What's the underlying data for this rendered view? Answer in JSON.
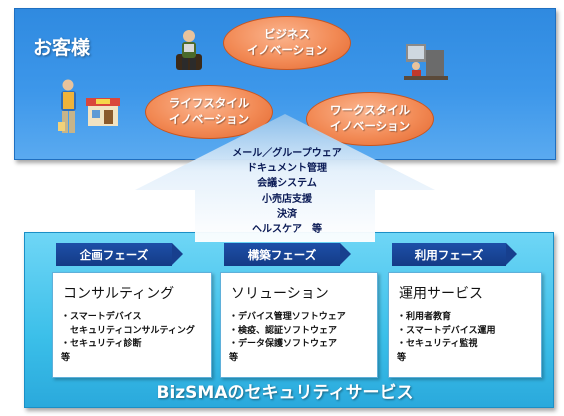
{
  "customer": {
    "title": "お客様",
    "ovals": {
      "business": "ビジネス\nイノベーション",
      "lifestyle": "ライフスタイル\nイノベーション",
      "workstyle": "ワークスタイル\nイノベーション"
    },
    "figures": [
      "person-seated-icon",
      "office-worker-icon",
      "person-shopping-icon",
      "shop-icon"
    ]
  },
  "arrow_items": [
    "メール／グループウェア",
    "ドキュメント管理",
    "会議システム",
    "小売店支援",
    "決済",
    "ヘルスケア　等"
  ],
  "phases": [
    {
      "tab": "企画フェーズ",
      "card_title": "コンサルティング",
      "items": [
        "・スマートデバイス",
        "　セキュリティコンサルティング",
        "・セキュリティ診断",
        "等"
      ]
    },
    {
      "tab": "構築フェーズ",
      "card_title": "ソリューション",
      "items": [
        "・デバイス管理ソフトウェア",
        "・検疫、認証ソフトウェア",
        "・データ保護ソフトウェア",
        "等"
      ]
    },
    {
      "tab": "利用フェーズ",
      "card_title": "運用サービス",
      "items": [
        "・利用者教育",
        "・スマートデバイス運用",
        "・セキュリティ監視",
        "等"
      ]
    }
  ],
  "service_title": "BizSMAのセキュリティサービス",
  "colors": {
    "customer_band": "#3d97ea",
    "oval": "#f28a55",
    "service_band": "#3bbfe9",
    "phase_tab": "#1d4fa8"
  }
}
